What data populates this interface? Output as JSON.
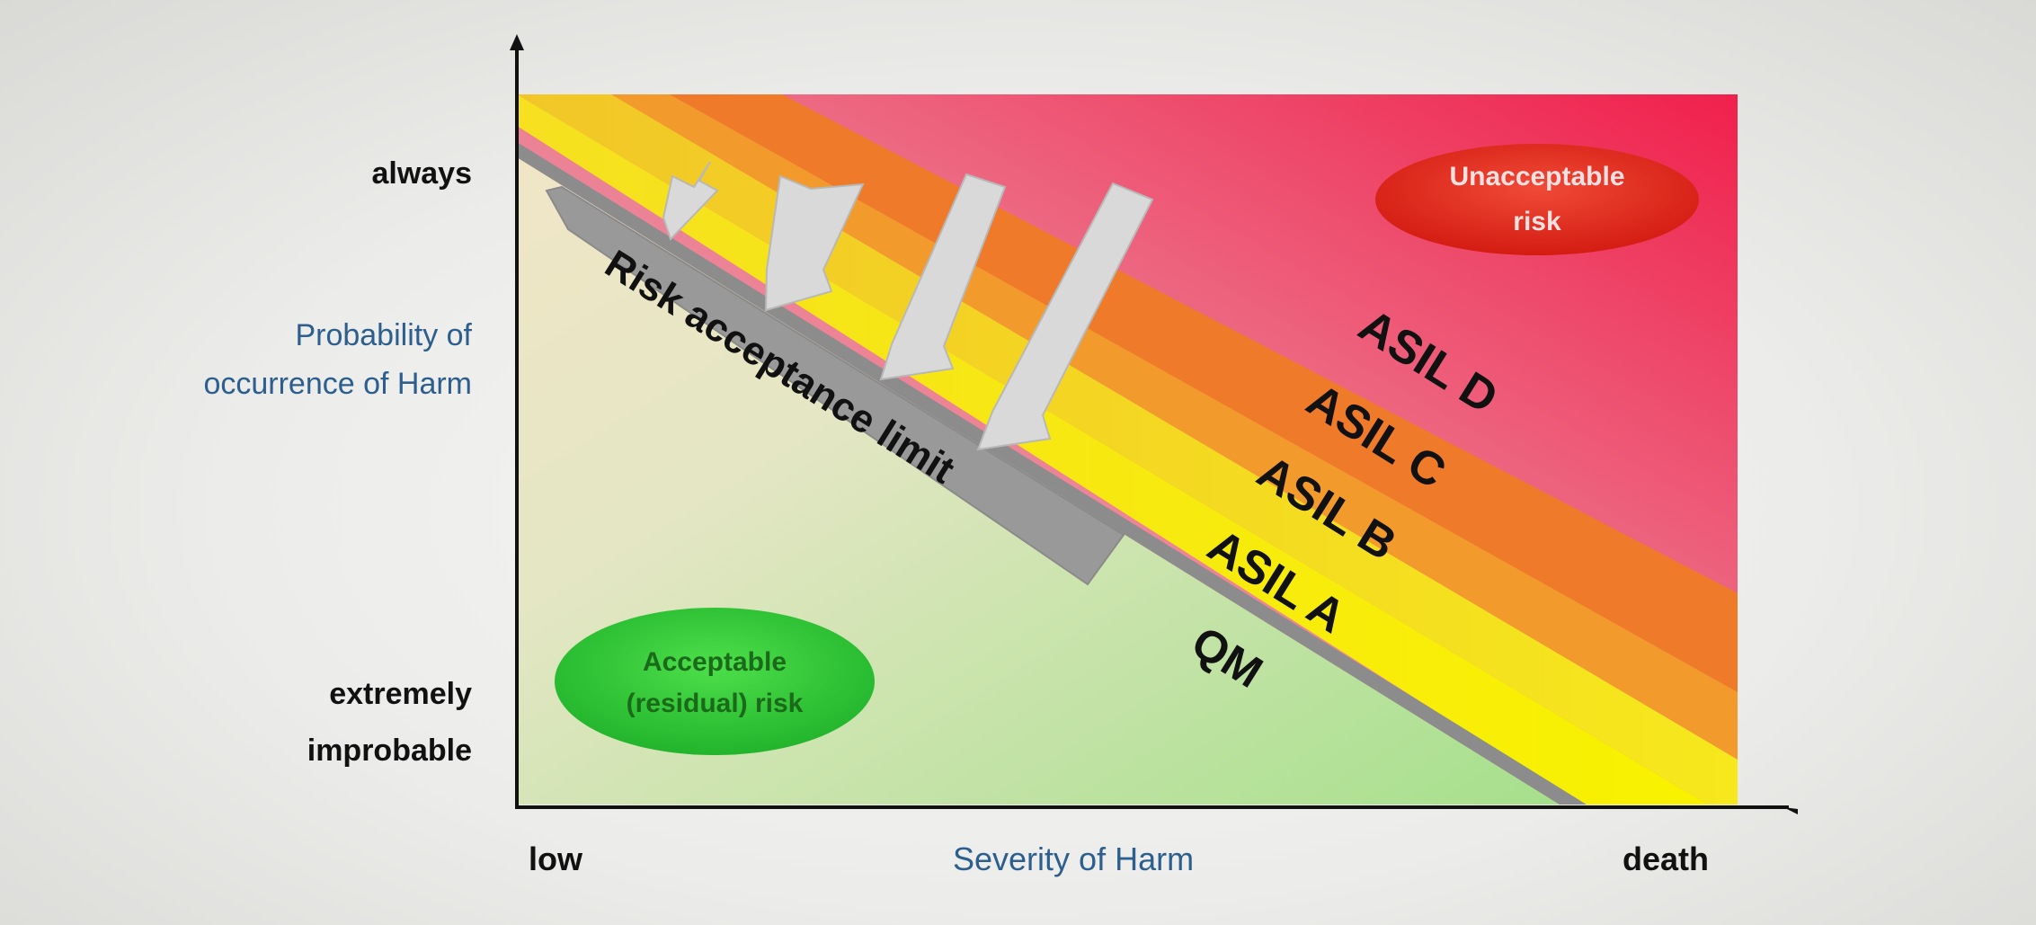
{
  "y_axis": {
    "title_line1": "Probability of",
    "title_line2": "occurrence of Harm",
    "top_label": "always",
    "bottom_label_line1": "extremely",
    "bottom_label_line2": "improbable"
  },
  "x_axis": {
    "title": "Severity of Harm",
    "left_label": "low",
    "right_label": "death"
  },
  "bands": {
    "asil_d": "ASIL D",
    "asil_c": "ASIL C",
    "asil_b": "ASIL B",
    "asil_a": "ASIL A",
    "qm": "QM"
  },
  "risk_limit_label": "Risk acceptance limit",
  "unacceptable": {
    "line1": "Unacceptable",
    "line2": "risk"
  },
  "acceptable": {
    "line1": "Acceptable",
    "line2": "(residual) risk"
  },
  "colors": {
    "unacceptable_zone": "#e8506e",
    "asil_d_band": "#ee7a2a",
    "asil_c_band": "#f39a2c",
    "asil_b_band": "#f4e020",
    "asil_a_band": "#f7f000",
    "acceptable_zone": "#cfe6b3",
    "acceptable_ellipse": "#33c93a",
    "unacceptable_ellipse": "#e6281c",
    "risk_limit_bar": "#9a9a9a",
    "arrow_fill": "#d9d9d9"
  }
}
